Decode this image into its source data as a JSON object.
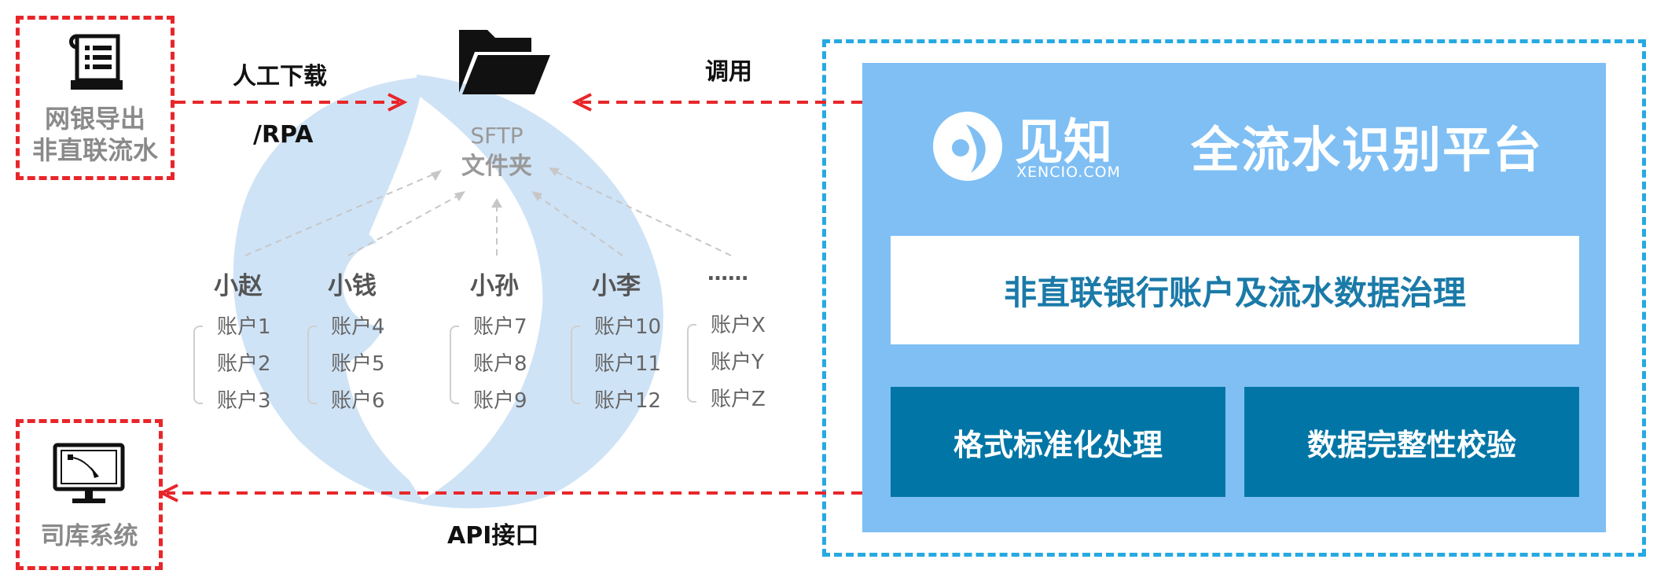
{
  "left_top_box": {
    "icon": "document-scroll-icon",
    "line1": "网银导出",
    "line2": "非直联流水"
  },
  "left_bottom_box": {
    "icon": "monitor-icon",
    "label": "司库系统"
  },
  "arrows": {
    "manual_line1": "人工下载",
    "manual_line2": "/RPA",
    "call": "调用",
    "api": "API接口"
  },
  "folder": {
    "icon": "folder-icon",
    "line1": "SFTP",
    "line2": "文件夹"
  },
  "people": [
    {
      "name": "小赵",
      "accounts": [
        "账户1",
        "账户2",
        "账户3"
      ]
    },
    {
      "name": "小钱",
      "accounts": [
        "账户4",
        "账户5",
        "账户6"
      ]
    },
    {
      "name": "小孙",
      "accounts": [
        "账户7",
        "账户8",
        "账户9"
      ]
    },
    {
      "name": "小李",
      "accounts": [
        "账户10",
        "账户11",
        "账户12"
      ]
    },
    {
      "name": "……",
      "accounts": [
        "账户X",
        "账户Y",
        "账户Z"
      ]
    }
  ],
  "platform": {
    "logo_text": "见知",
    "logo_sub": "XENCIO.COM",
    "title": "全流水识别平台",
    "governance": "非直联银行账户及流水数据治理",
    "format": "格式标准化处理",
    "integrity": "数据完整性校验"
  },
  "colors": {
    "red": "#e8262a",
    "blue_dash": "#27a9e1",
    "platform_bg": "#7fbff4",
    "dark_blue": "#0176a6",
    "watermark": "#cfe3f6"
  }
}
